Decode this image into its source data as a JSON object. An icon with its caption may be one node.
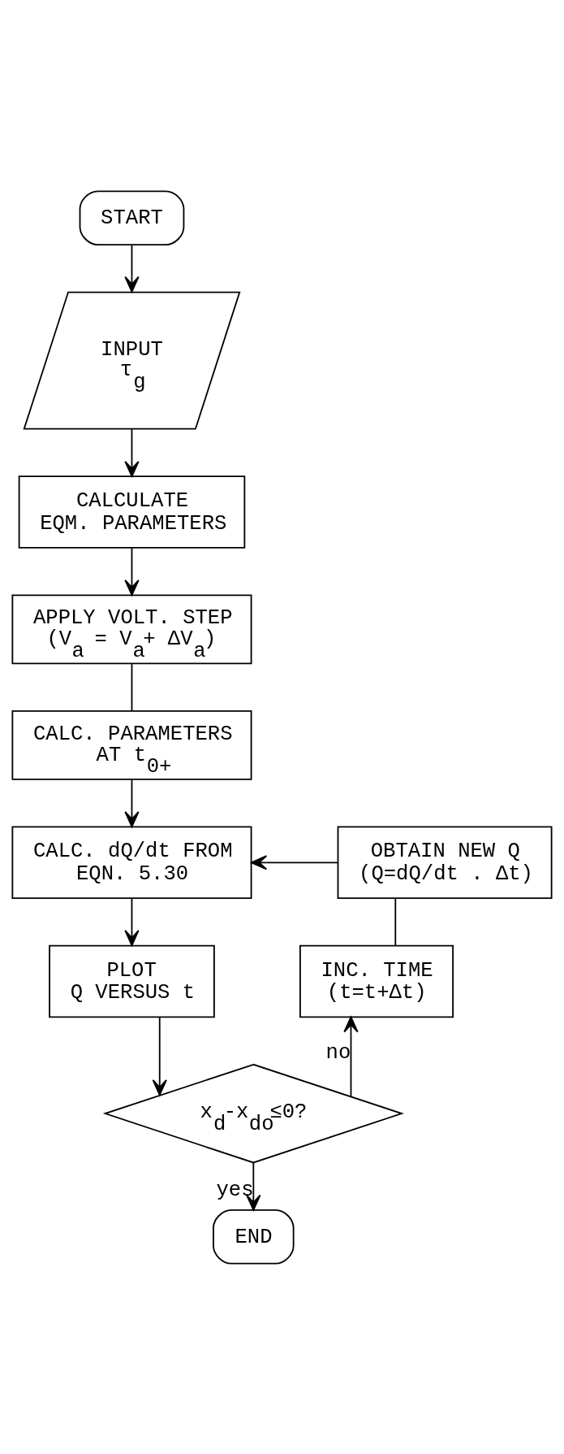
{
  "diagram": {
    "nodes": [
      {
        "text": [
          "START"
        ]
      },
      {
        "text": [
          "INPUT",
          "τ$_{g}$"
        ]
      },
      {
        "text": [
          "CALCULATE",
          "EQM. PARAMETERS"
        ]
      },
      {
        "text": [
          "APPLY VOLT. STEP",
          "(V$_{a}$ = V$_{a}$+ ΔV$_{a}$)"
        ]
      },
      {
        "text": [
          "CALC. PARAMETERS",
          "AT t$_{0+}$"
        ]
      },
      {
        "text": [
          "CALC. dQ/dt FROM",
          "EQN. 5.30"
        ]
      },
      {
        "text": [
          "PLOT",
          "Q VERSUS t"
        ]
      },
      {
        "text": [
          "x$_{d}$-x$_{do}$≤0?"
        ]
      },
      {
        "text": [
          "END"
        ]
      },
      {
        "text": [
          "OBTAIN NEW Q",
          "(Q=dQ/dt . Δt)"
        ]
      },
      {
        "text": [
          "INC. TIME",
          "(t=t+Δt)"
        ]
      }
    ],
    "edges": [
      {
        "from": 0,
        "to": 1,
        "arrow": "to"
      },
      {
        "from": 1,
        "to": 2,
        "arrow": "to"
      },
      {
        "from": 2,
        "to": 3,
        "arrow": "to"
      },
      {
        "from": 3,
        "to": 4,
        "arrow": "none"
      },
      {
        "from": 4,
        "to": 5,
        "arrow": "to"
      },
      {
        "from": 5,
        "to": 6,
        "arrow": "to"
      },
      {
        "from": 6,
        "to": 7,
        "arrow": "to"
      },
      {
        "from": 7,
        "to": 8,
        "arrow": "to",
        "label": "yes"
      },
      {
        "from": 7,
        "to": 10,
        "arrow": "to",
        "label": "no"
      },
      {
        "from": 10,
        "to": 9,
        "arrow": "none"
      },
      {
        "from": 9,
        "to": 5,
        "arrow": "to"
      }
    ]
  }
}
